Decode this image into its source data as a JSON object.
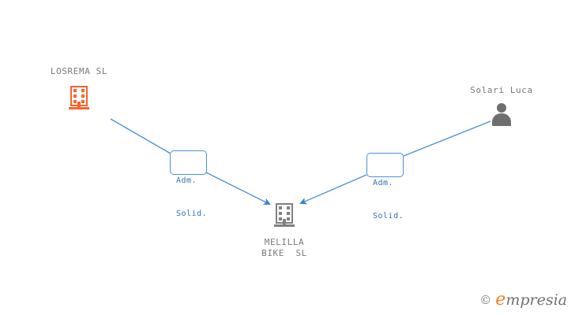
{
  "diagram": {
    "type": "relationship-graph",
    "background": "#ffffff",
    "accent_line_color": "#4a90d9",
    "company_color": "#f8652b",
    "neutral_color": "#808080",
    "nodes": [
      {
        "id": "losrema",
        "label": "LOSREMA SL",
        "icon": "building-icon",
        "icon_color": "#f8652b",
        "role": "source-company"
      },
      {
        "id": "melilla",
        "label": "MELILLA\nBIKE SL",
        "label_line1": "MELILLA",
        "label_line2": "BIKE  SL",
        "icon": "building-icon",
        "icon_color": "#808080",
        "role": "target-company"
      },
      {
        "id": "solari",
        "label": "Solari Luca",
        "icon": "person-icon",
        "icon_color": "#6e6e6e",
        "role": "source-person"
      }
    ],
    "edges": [
      {
        "id": "edge-losrema-melilla",
        "from": "losrema",
        "to": "melilla",
        "label_line1": "Adm.",
        "label_line2": "Solid.",
        "color": "#4a90d9"
      },
      {
        "id": "edge-solari-melilla",
        "from": "solari",
        "to": "melilla",
        "label_line1": "Adm.",
        "label_line2": "Solid.",
        "color": "#4a90d9"
      }
    ]
  },
  "watermark": {
    "copyright_symbol": "©",
    "brand_initial": "e",
    "brand_rest": "mpresia"
  }
}
